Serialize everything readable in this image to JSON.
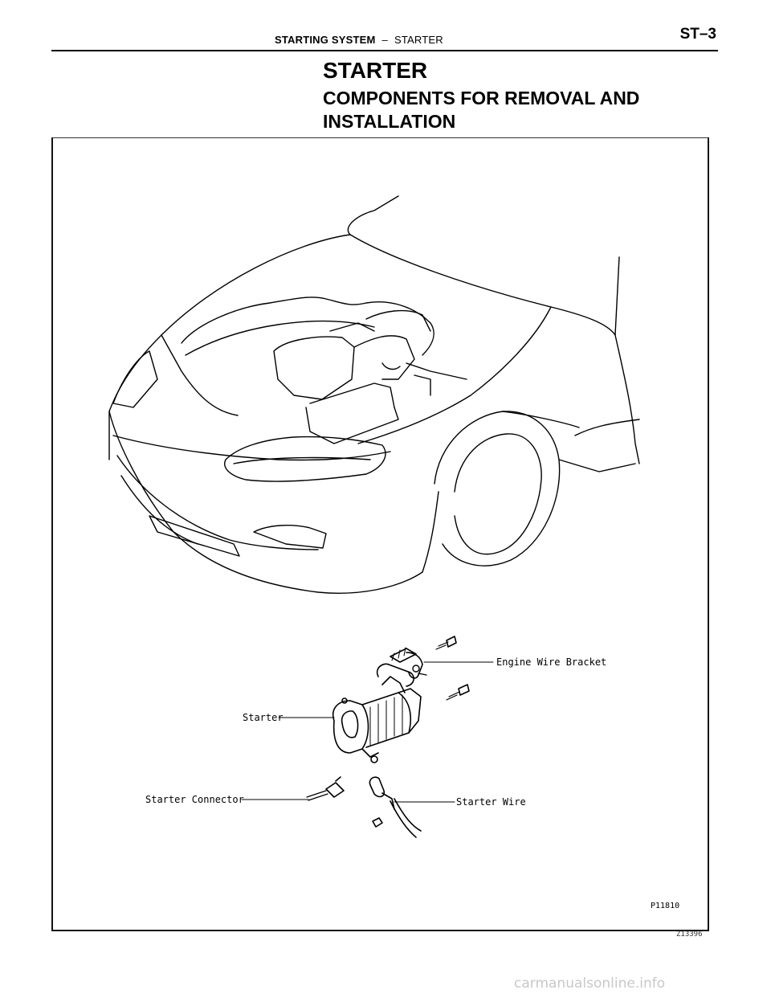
{
  "header": {
    "section": "STARTING SYSTEM",
    "separator": "–",
    "subsection": "STARTER",
    "page": "ST–3"
  },
  "title": "STARTER",
  "subtitle": "COMPONENTS FOR REMOVAL AND INSTALLATION",
  "figure": {
    "labels": {
      "engine_wire_bracket": "Engine Wire Bracket",
      "starter": "Starter",
      "starter_connector": "Starter Connector",
      "starter_wire": "Starter Wire"
    },
    "figure_code": "P11810",
    "corner_code": "Z13396"
  },
  "watermark": "carmanualsonline.info"
}
